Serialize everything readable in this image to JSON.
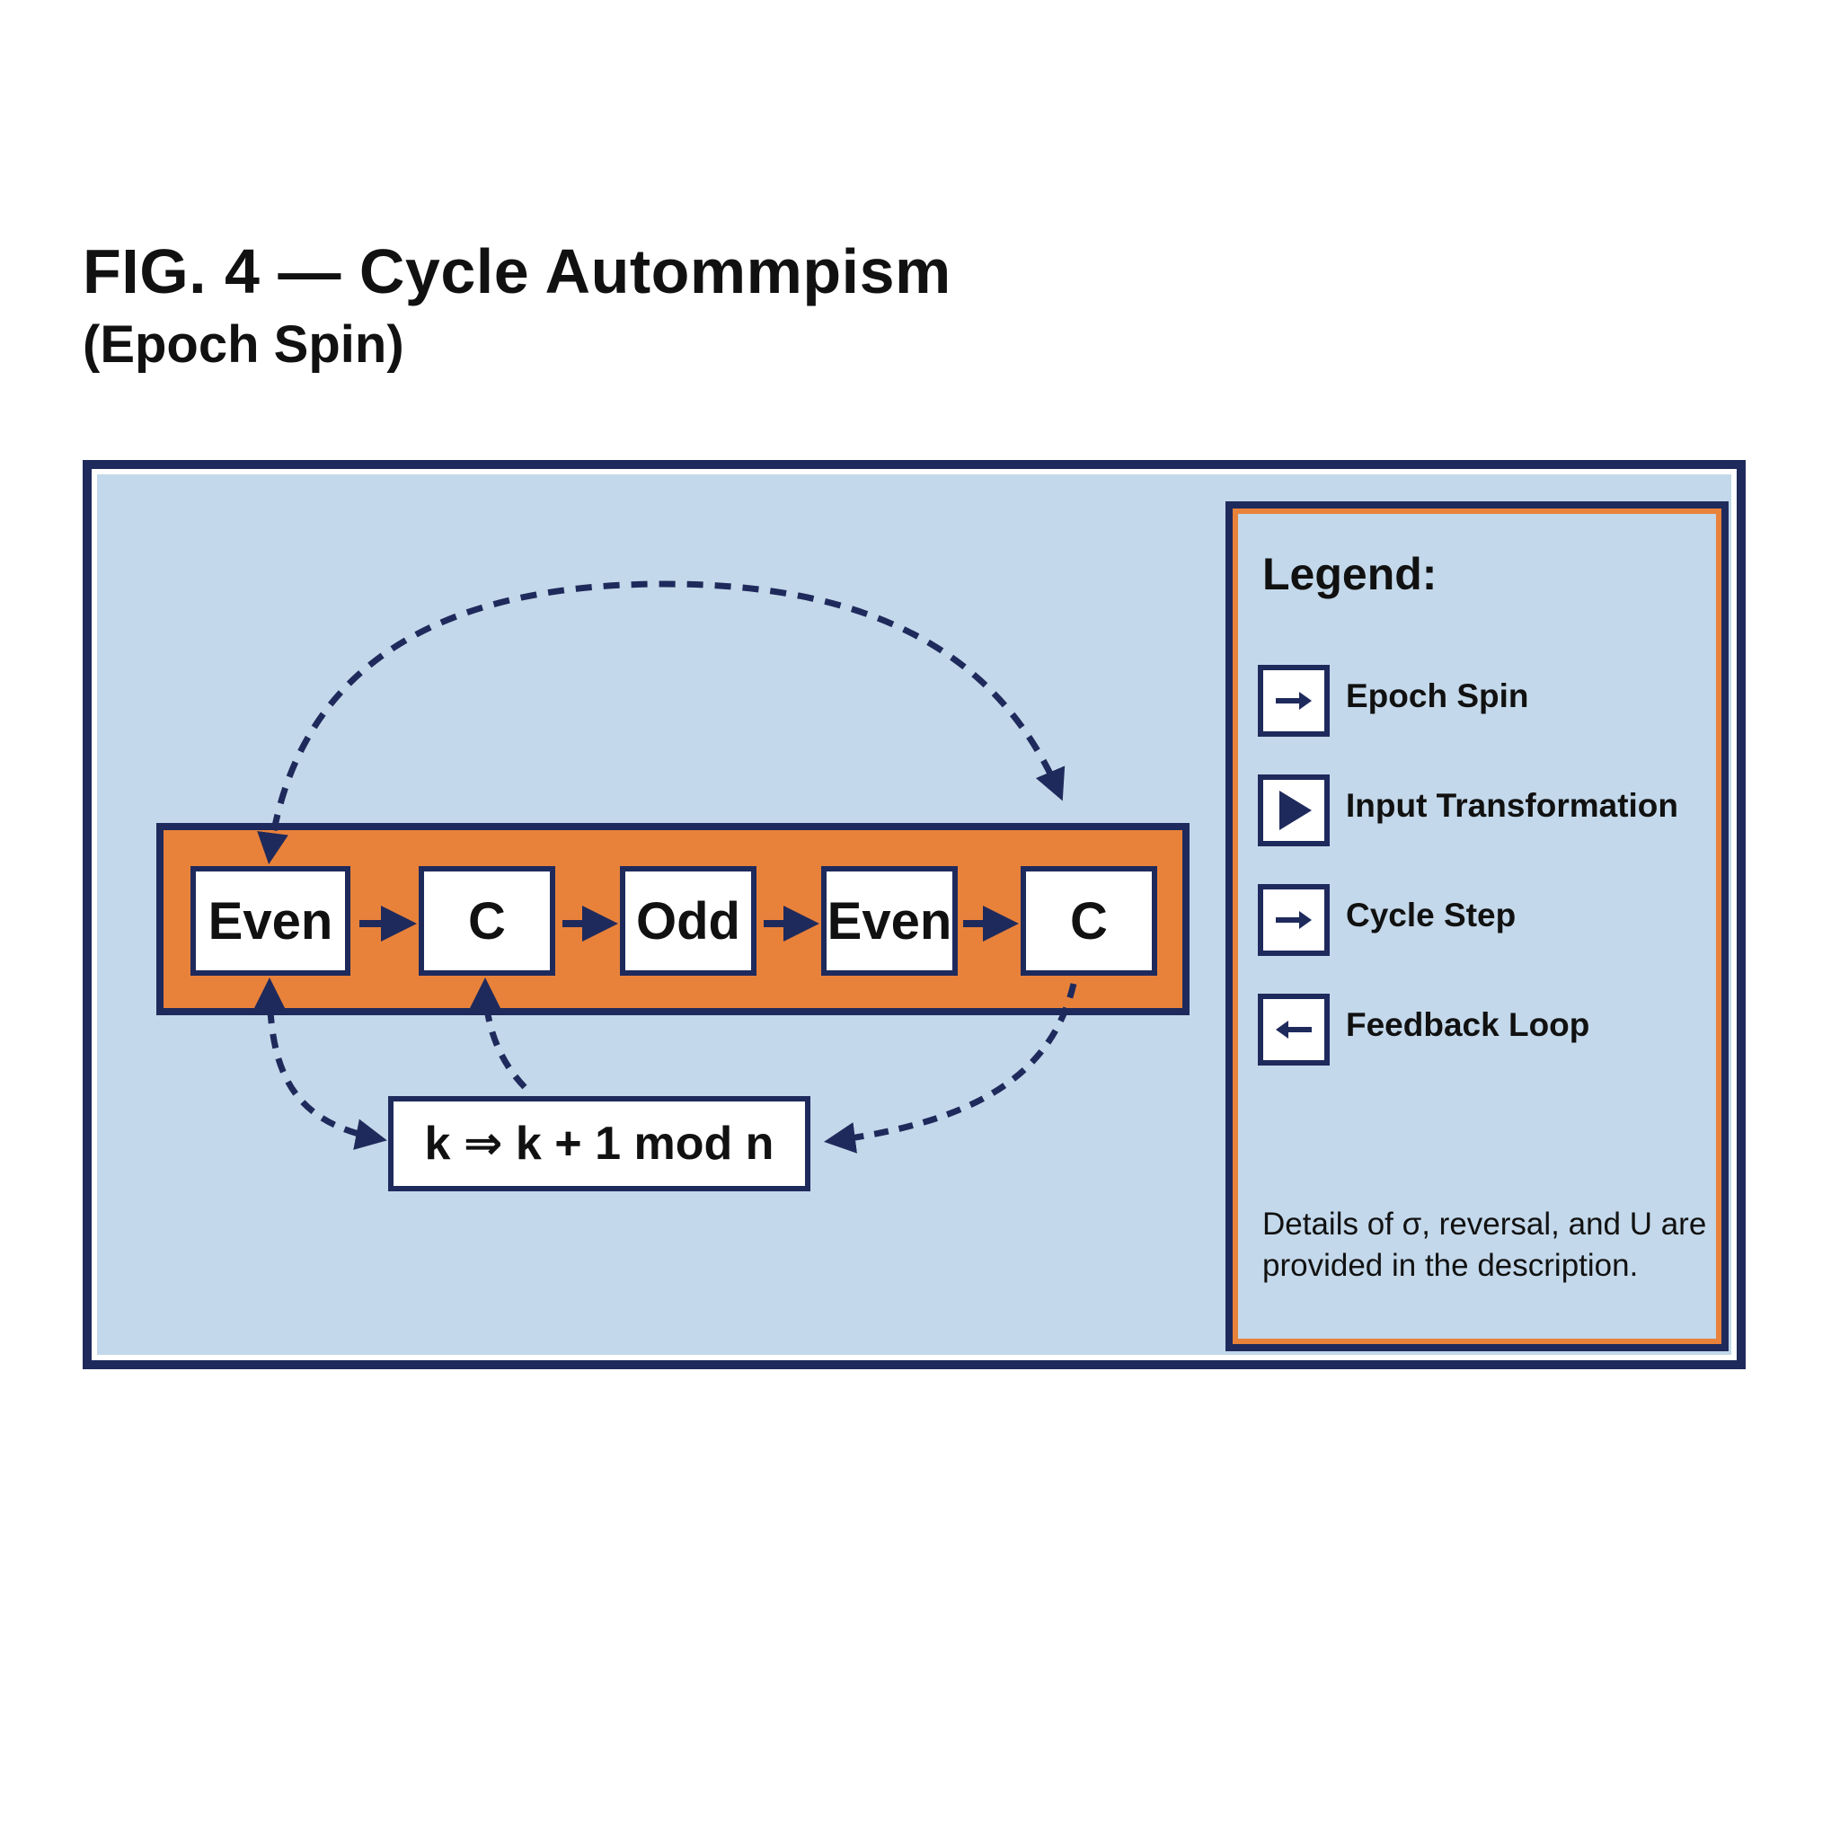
{
  "figure": {
    "title": "FIG. 4 — Cycle Autommpism",
    "subtitle": "(Epoch Spin)"
  },
  "chain": {
    "nodes": [
      {
        "label": "Even"
      },
      {
        "label": "C"
      },
      {
        "label": "Odd"
      },
      {
        "label": "Even"
      },
      {
        "label": "C"
      }
    ]
  },
  "formula": {
    "text": "k ⇒ k + 1 mod n"
  },
  "legend": {
    "title": "Legend:",
    "items": [
      {
        "label": "Epoch Spin",
        "icon": "right-arrow-icon"
      },
      {
        "label": "Input Transformation",
        "icon": "play-triangle-icon"
      },
      {
        "label": "Cycle Step",
        "icon": "right-arrow-icon"
      },
      {
        "label": "Feedback Loop",
        "icon": "left-arrow-icon"
      }
    ],
    "note": "Details of σ, reversal, and U are provided in the description."
  },
  "colors": {
    "navy": "#1f2a5c",
    "orange": "#e8823a",
    "panel": "#c3d8ea",
    "white": "#ffffff"
  }
}
